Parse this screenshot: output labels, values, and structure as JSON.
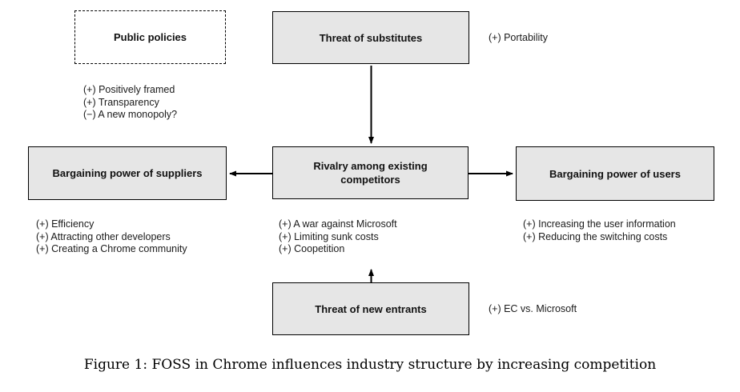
{
  "diagram": {
    "boxes": {
      "public_policies": {
        "label": "Public policies"
      },
      "threat_substitutes": {
        "label": "Threat of substitutes"
      },
      "suppliers": {
        "label": "Bargaining power of suppliers"
      },
      "rivalry": {
        "label": "Rivalry among existing competitors"
      },
      "users": {
        "label": "Bargaining power of users"
      },
      "new_entrants": {
        "label": "Threat of new entrants"
      }
    },
    "annotations": {
      "portability": "(+) Portability",
      "ec_vs_microsoft": "(+) EC vs. Microsoft"
    },
    "lists": {
      "public_policies": [
        "(+) Positively framed",
        "(+) Transparency",
        "(−) A new monopoly?"
      ],
      "suppliers": [
        "(+) Efficiency",
        "(+) Attracting other developers",
        "(+) Creating a Chrome community"
      ],
      "rivalry": [
        "(+) A war against Microsoft",
        "(+) Limiting sunk costs",
        "(+) Coopetition"
      ],
      "users": [
        "(+) Increasing the user information",
        "(+) Reducing the switching costs"
      ]
    },
    "caption": "Figure 1: FOSS in Chrome influences industry structure by increasing competition",
    "colors": {
      "box_fill": "#e6e6e6",
      "box_border": "#000000",
      "background": "#ffffff"
    }
  }
}
